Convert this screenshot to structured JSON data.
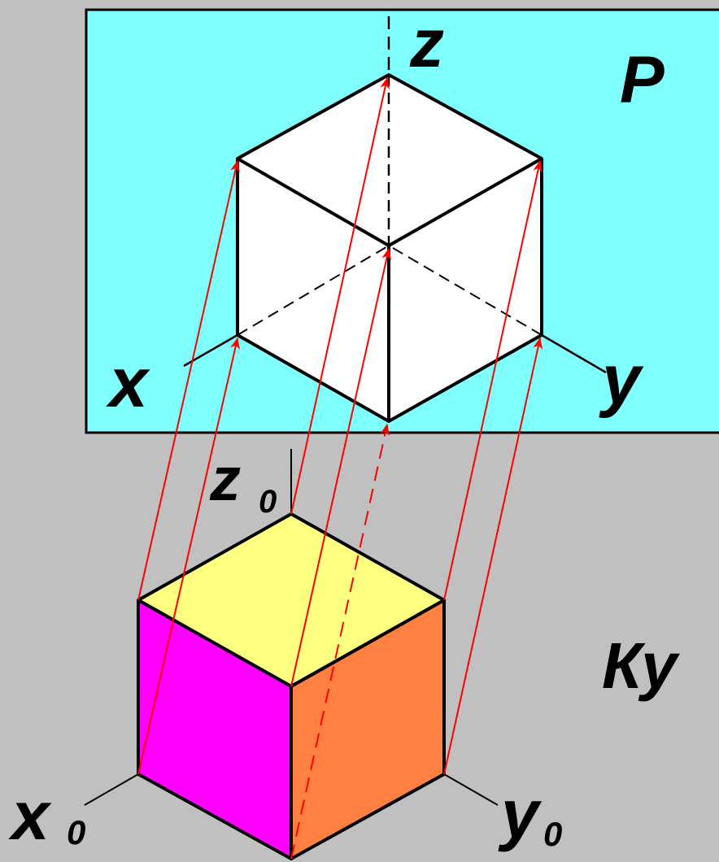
{
  "labels": {
    "plane": "P",
    "axis_z": "z",
    "axis_x": "x",
    "axis_y": "y",
    "axis_z0_main": "z",
    "axis_z0_sub": "0",
    "axis_x0_main": "x",
    "axis_x0_sub": "0",
    "axis_y0_main": "y",
    "axis_y0_sub": "0",
    "caption_partial": "Ку"
  },
  "colors": {
    "background": "#c0c0c0",
    "plane": "#80ffff",
    "projection_face": "#ffffff",
    "cube_top": "#ffff80",
    "cube_left": "#ff00ff",
    "cube_right": "#ff8040",
    "projection_ray": "#ff0000",
    "edges": "#000000"
  }
}
